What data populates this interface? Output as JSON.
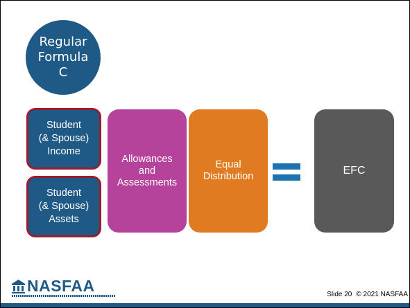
{
  "circle": {
    "lines": [
      "Regular",
      "Formula",
      "C"
    ]
  },
  "inputs": [
    {
      "lines": [
        "Student",
        "(& Spouse)",
        "Income"
      ]
    },
    {
      "lines": [
        "Student",
        "(& Spouse)",
        "Assets"
      ]
    }
  ],
  "steps": {
    "allowances": [
      "Allowances",
      "and",
      "Assessments"
    ],
    "distribution": [
      "Equal",
      "Distribution"
    ]
  },
  "result": {
    "label": "EFC"
  },
  "footer": {
    "logo_text": "NASFAA",
    "slide_label": "Slide 20",
    "copyright": "© 2021 NASFAA"
  },
  "colors": {
    "circle": "#1f5a87",
    "input_fill": "#1f5a87",
    "input_border": "#9b1c2e",
    "allowances": "#b5429b",
    "distribution": "#e07b22",
    "equals_sign": "#1f72b0",
    "efc": "#595959"
  }
}
